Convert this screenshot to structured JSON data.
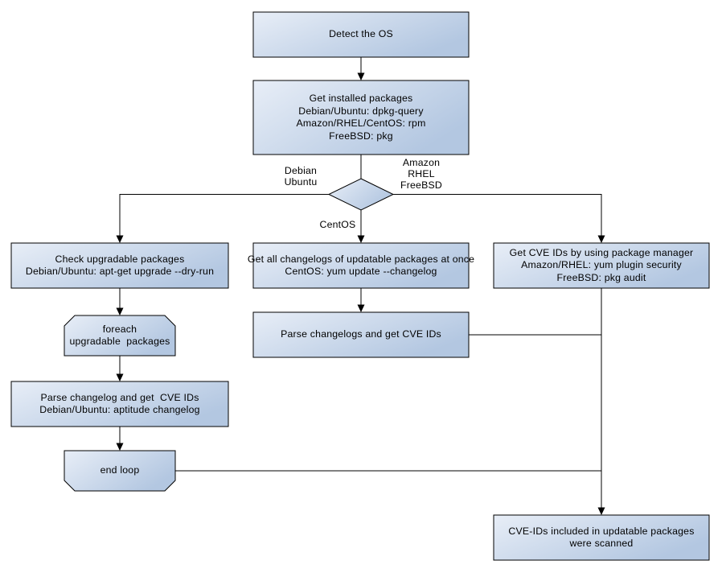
{
  "colors": {
    "background": "#ffffff",
    "node_border": "#000000",
    "node_fill_light": "#e8eef7",
    "node_fill_dark": "#b3c7e1",
    "text": "#000000"
  },
  "nodes": {
    "detect_os": "Detect the OS",
    "get_installed_packages": "Get installed packages\nDebian/Ubuntu: dpkg-query\nAmazon/RHEL/CentOS: rpm\nFreeBSD: pkg",
    "check_upgradable": "Check upgradable packages\nDebian/Ubuntu: apt-get upgrade --dry-run",
    "foreach_loop": "foreach\nupgradable  packages",
    "parse_changelog_left": "Parse changelog and get  CVE IDs\nDebian/Ubuntu: aptitude changelog",
    "end_loop": "end loop",
    "get_all_changelogs": "Get all changelogs of updatable packages at once\nCentOS: yum update --changelog",
    "parse_changelogs": "Parse changelogs and get CVE IDs",
    "get_cve_ids_pkg_manager": "Get CVE IDs by using package manager\nAmazon/RHEL: yum plugin security\nFreeBSD: pkg audit",
    "cve_ids_scanned": "CVE-IDs included in updatable packages\nwere scanned"
  },
  "edge_labels": {
    "left_branch": "Debian\nUbuntu",
    "right_branch": "Amazon\nRHEL\nFreeBSD",
    "center_branch": "CentOS"
  }
}
